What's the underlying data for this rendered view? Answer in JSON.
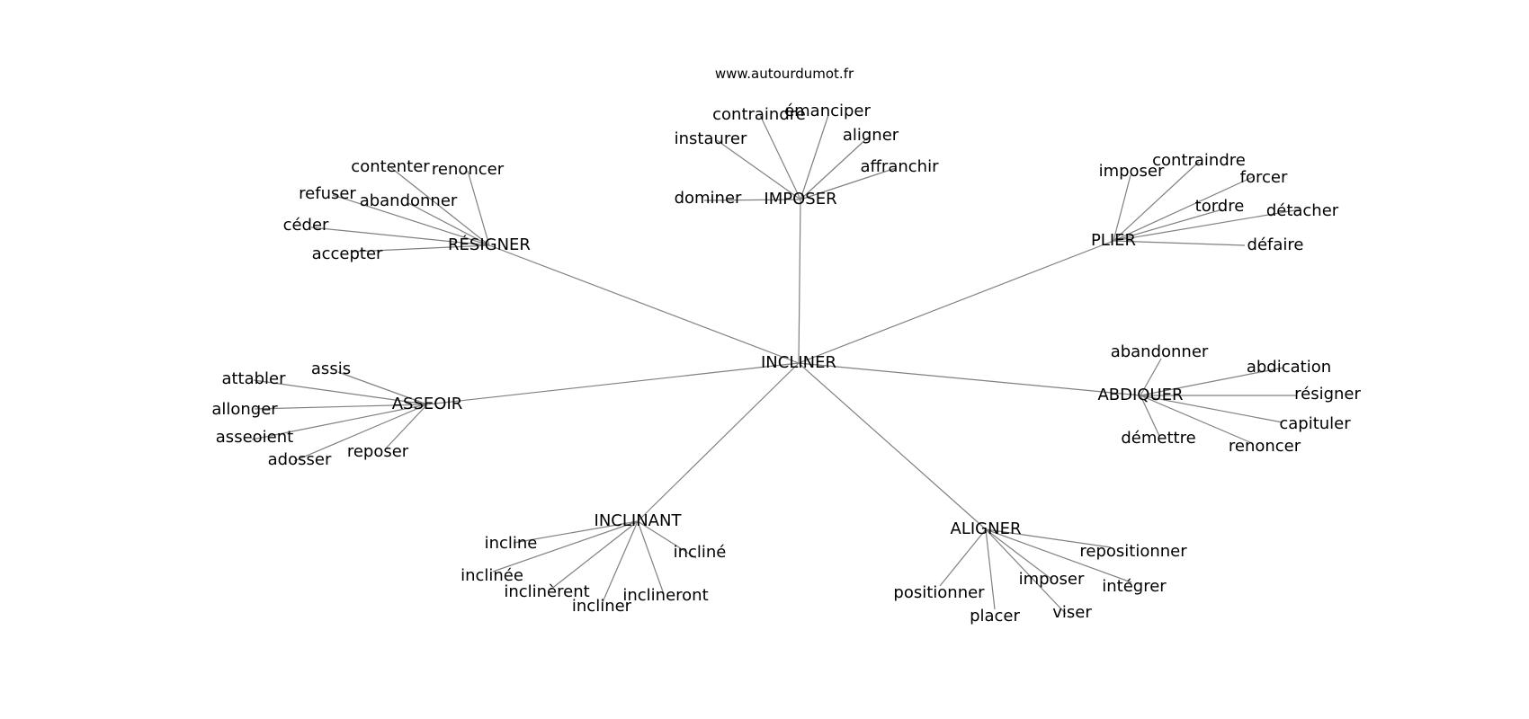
{
  "site": "www.autourdumot.fr",
  "center": "INCLINER",
  "clusters": [
    {
      "hub": "IMPOSER",
      "words": [
        "contraindre",
        "émanciper",
        "instaurer",
        "aligner",
        "affranchir",
        "dominer"
      ]
    },
    {
      "hub": "RÉSIGNER",
      "words": [
        "contenter",
        "renoncer",
        "refuser",
        "abandonner",
        "céder",
        "accepter"
      ]
    },
    {
      "hub": "PLIER",
      "words": [
        "imposer",
        "contraindre",
        "forcer",
        "tordre",
        "détacher",
        "défaire"
      ]
    },
    {
      "hub": "ASSEOIR",
      "words": [
        "assis",
        "attabler",
        "allonger",
        "asseoient",
        "adosser",
        "reposer"
      ]
    },
    {
      "hub": "ABDIQUER",
      "words": [
        "abandonner",
        "abdication",
        "résigner",
        "capituler",
        "démettre",
        "renoncer"
      ]
    },
    {
      "hub": "INCLINANT",
      "words": [
        "incline",
        "inclinée",
        "inclinèrent",
        "incliner",
        "inclineront",
        "incliné"
      ]
    },
    {
      "hub": "ALIGNER",
      "words": [
        "repositionner",
        "positionner",
        "imposer",
        "intégrer",
        "placer",
        "viser"
      ]
    }
  ]
}
